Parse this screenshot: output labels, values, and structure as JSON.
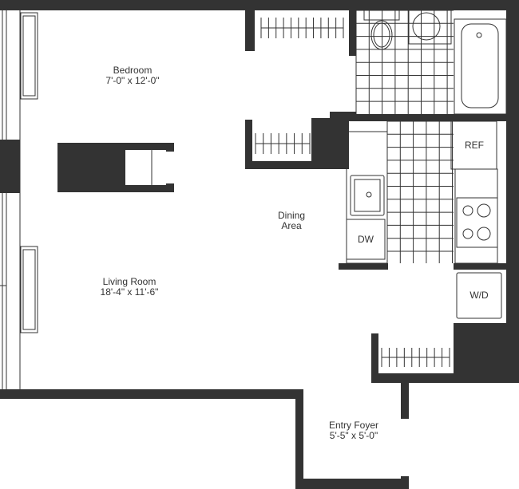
{
  "plan": {
    "rooms": {
      "bedroom": {
        "name": "Bedroom",
        "size": "7'-0\" x 12'-0\""
      },
      "dining": {
        "name": "Dining",
        "name2": "Area"
      },
      "living": {
        "name": "Living Room",
        "size": "18'-4\" x 11'-6\""
      },
      "foyer": {
        "name": "Entry Foyer",
        "size": "5'-5\" x 5'-0\""
      }
    },
    "appliances": {
      "ref": "REF",
      "dw": "DW",
      "wd": "W/D"
    },
    "colors": {
      "wall": "#333333",
      "background": "#ffffff"
    }
  }
}
